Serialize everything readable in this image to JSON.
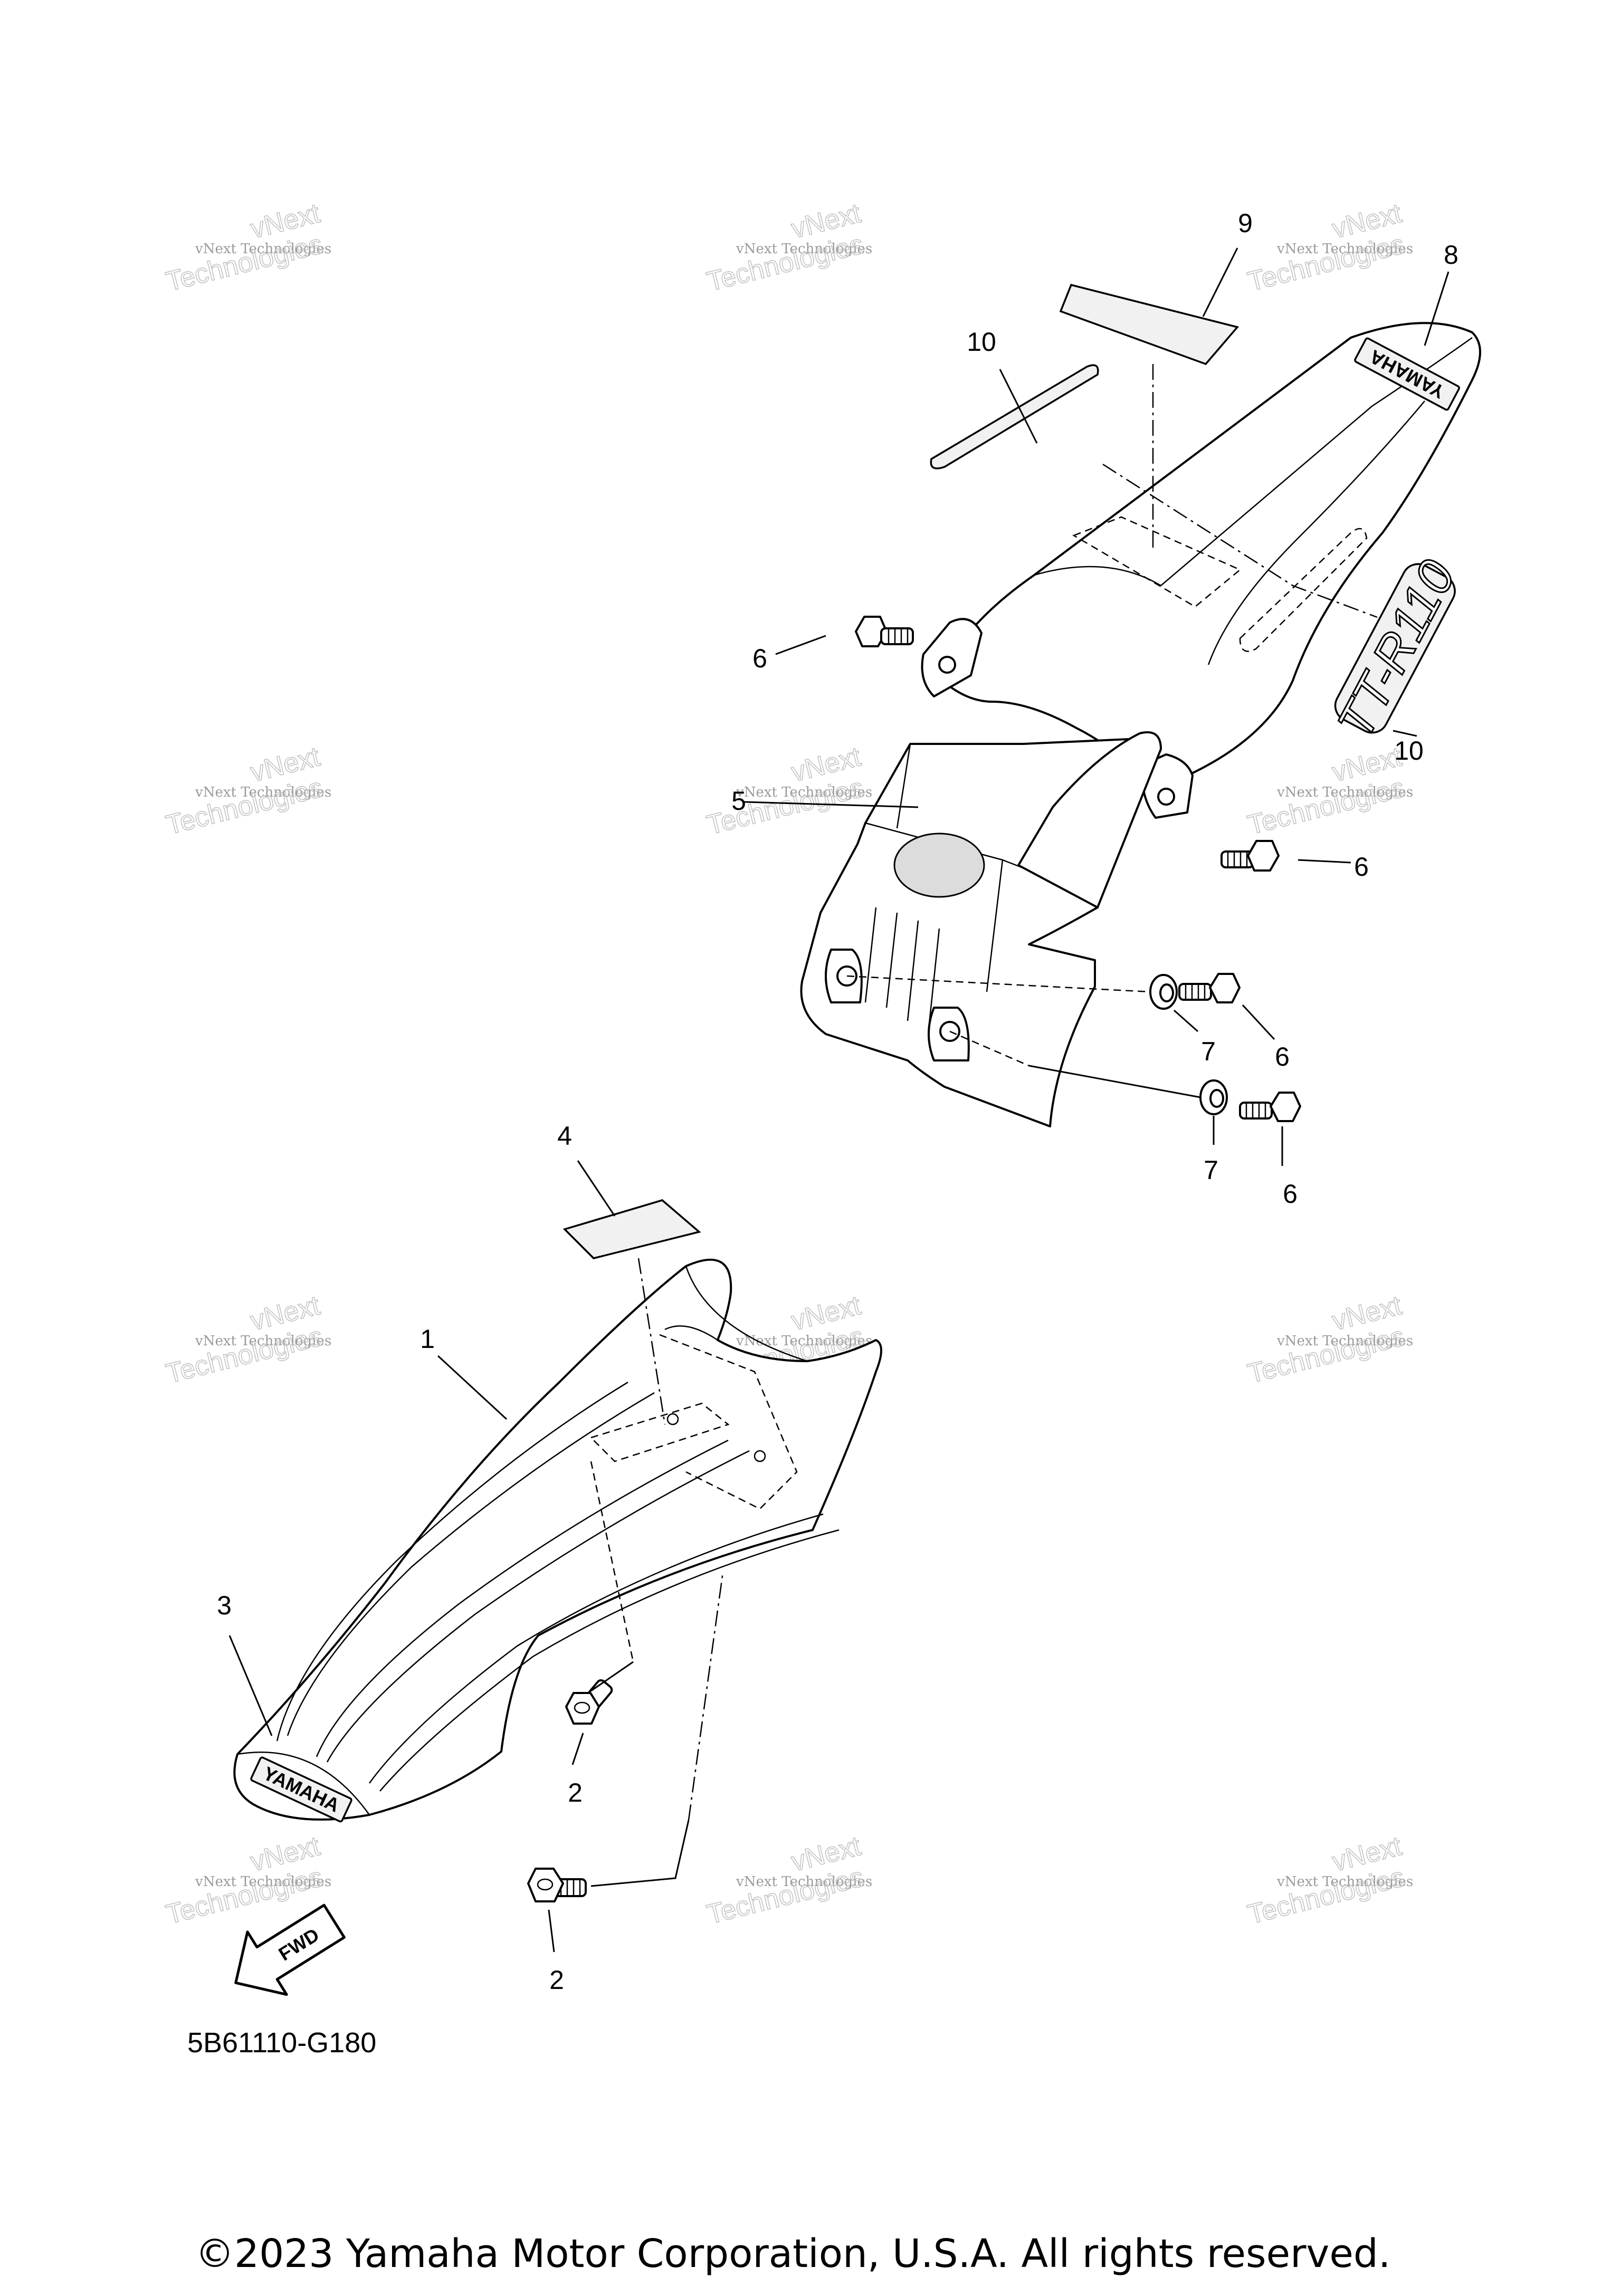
{
  "callouts": {
    "c1": "1",
    "c2a": "2",
    "c2b": "2",
    "c3": "3",
    "c4": "4",
    "c5": "5",
    "c6a": "6",
    "c6b": "6",
    "c6c": "6",
    "c6d": "6",
    "c7a": "7",
    "c7b": "7",
    "c8": "8",
    "c9": "9",
    "c10a": "10",
    "c10b": "10"
  },
  "watermark": {
    "line1": "vNext Technologies",
    "line2": "vNext",
    "line3": "Technologies"
  },
  "decal_text": {
    "brand": "YAMAHA",
    "model": "TT-R110"
  },
  "direction_marker": "FWD",
  "diagram_code": "5B61110-G180",
  "copyright": "©2023 Yamaha Motor Corporation, U.S.A. All rights reserved."
}
